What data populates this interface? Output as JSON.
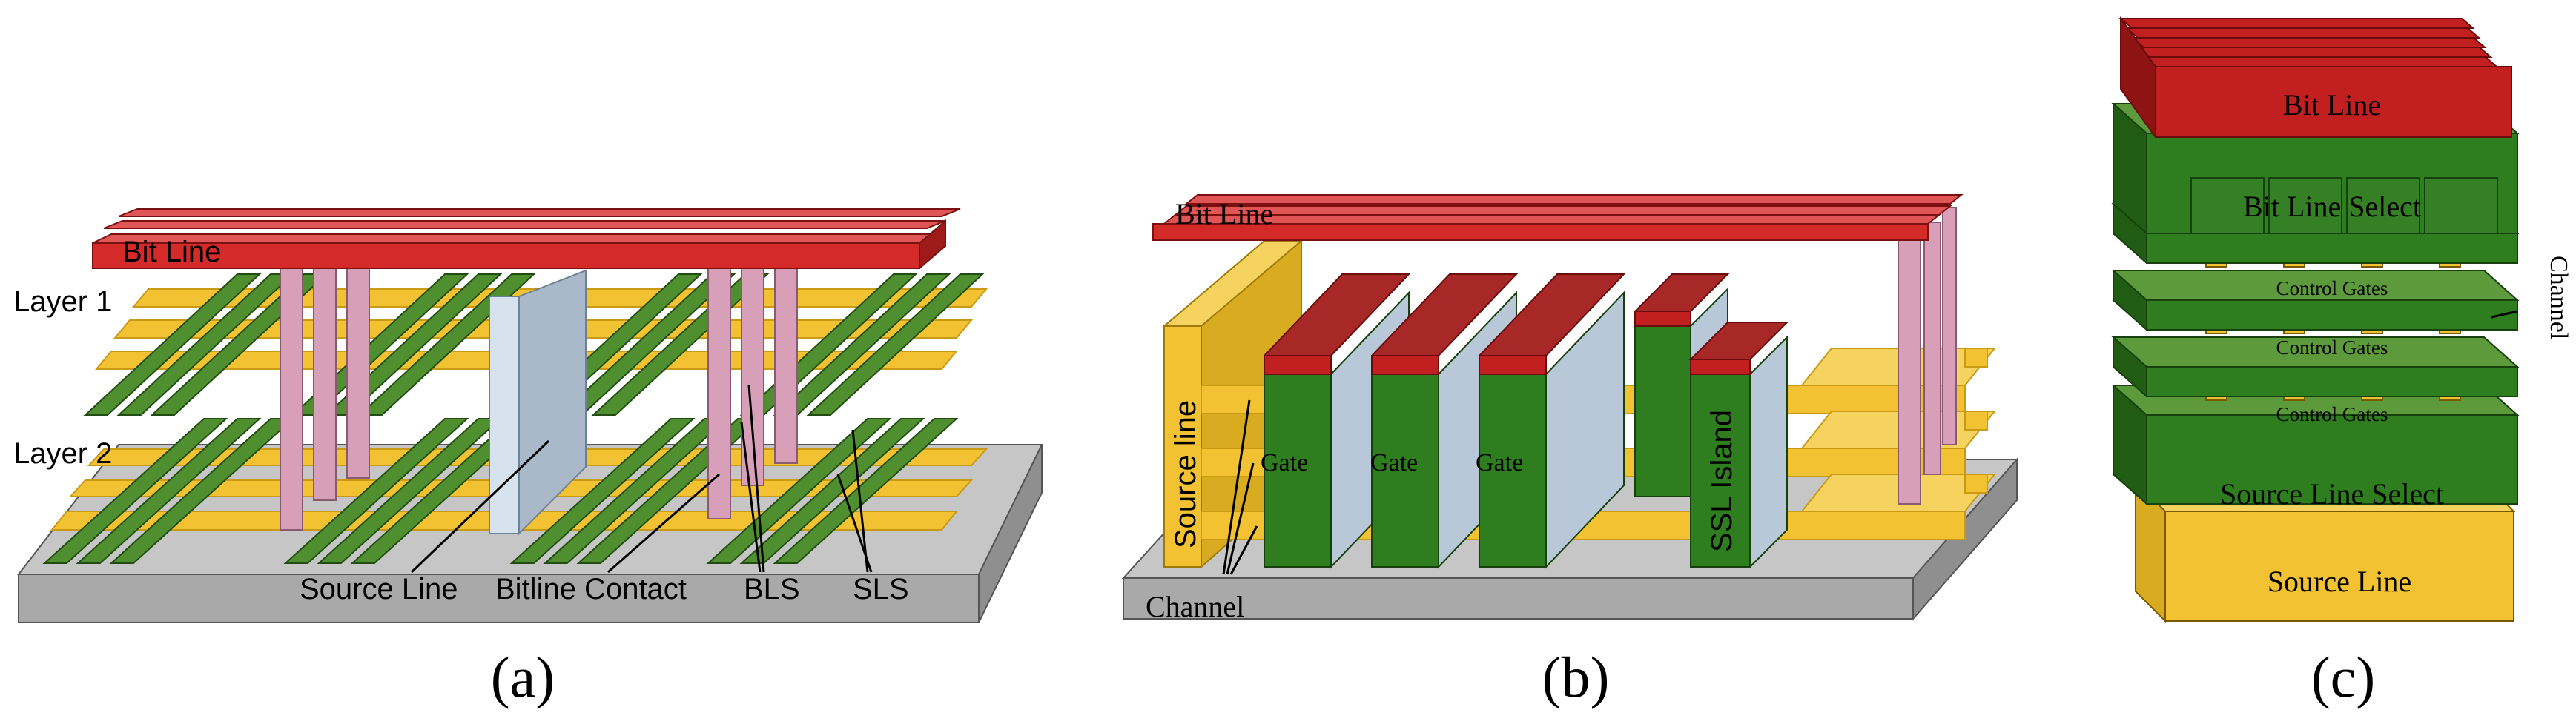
{
  "panels": [
    {
      "id": "a",
      "caption": "(a)",
      "labels": {
        "bit_line": "Bit Line",
        "layer1": "Layer 1",
        "layer2": "Layer 2",
        "source_line": "Source Line",
        "bitline_contact": "Bitline Contact",
        "bls": "BLS",
        "sls": "SLS"
      }
    },
    {
      "id": "b",
      "caption": "(b)",
      "labels": {
        "bit_line": "Bit Line",
        "source_line": "Source line",
        "gate1": "Gate",
        "gate2": "Gate",
        "gate3": "Gate",
        "ssl_island": "SSL Island",
        "channel": "Channel"
      }
    },
    {
      "id": "c",
      "caption": "(c)",
      "labels": {
        "bit_line": "Bit Line",
        "bit_line_select": "Bit Line Select",
        "control_gates1": "Control Gates",
        "control_gates2": "Control Gates",
        "control_gates3": "Control Gates",
        "source_line_select": "Source Line Select",
        "source_line": "Source Line",
        "channel": "Channel"
      }
    }
  ],
  "colors": {
    "bit_line": "#d42a2a",
    "gate_green": "#2e7d1e",
    "wordline_green": "#4f8f2f",
    "yellow": "#f2c232",
    "contact_pink": "#d8a0b8",
    "source_plate_blue": "#b8c8d8",
    "base_gray": "#c8c8c8"
  }
}
